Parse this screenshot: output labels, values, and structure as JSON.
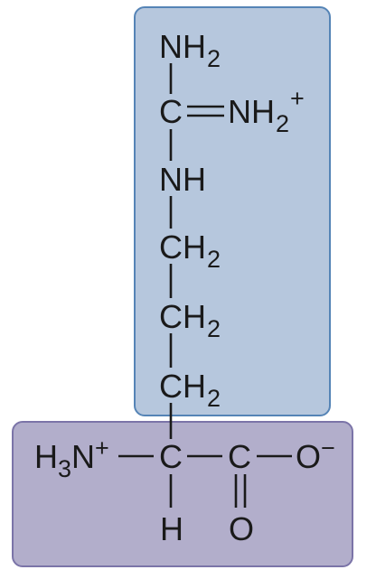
{
  "colors": {
    "side_chain_fill": "#b6c7dd",
    "side_chain_border": "#5584b6",
    "backbone_fill": "#b2aecb",
    "backbone_border": "#7b74a8",
    "ink": "#1a1a1a"
  },
  "side_chain": {
    "atoms": [
      {
        "main": "NH",
        "sub": "2",
        "sup": ""
      },
      {
        "main": "C",
        "sub": "",
        "sup": ""
      },
      {
        "main": "NH",
        "sub": "2",
        "sup": "+"
      },
      {
        "main": "NH",
        "sub": "",
        "sup": ""
      },
      {
        "main": "CH",
        "sub": "2",
        "sup": ""
      },
      {
        "main": "CH",
        "sub": "2",
        "sup": ""
      },
      {
        "main": "CH",
        "sub": "2",
        "sup": ""
      }
    ]
  },
  "backbone": {
    "amino_group": {
      "h": "H",
      "h_sub": "3",
      "n": "N",
      "charge": "+"
    },
    "alpha_carbon": "C",
    "alpha_hydrogen": "H",
    "carboxyl_carbon": "C",
    "carbonyl_oxygen": "O",
    "carboxylate_oxygen": "O",
    "carboxylate_charge": "−"
  }
}
